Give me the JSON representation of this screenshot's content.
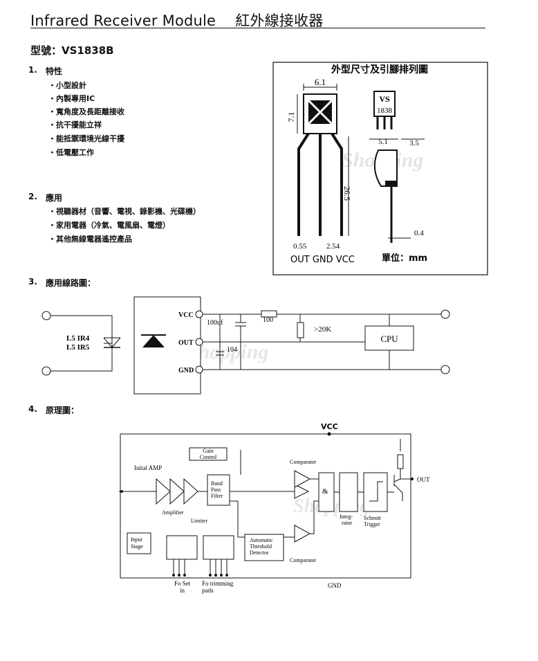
{
  "title": "Infrared Receiver Module　 紅外線接收器",
  "model": "型號：VS1838B",
  "sections": [
    {
      "num": "1.",
      "title": "特性",
      "items": [
        "・小型設計",
        "・內製專用IC",
        "・寬角度及長距離接收",
        "・抗干擾能立祥",
        "・能抵禦環境光線干擾",
        "・低電壓工作"
      ]
    },
    {
      "num": "2.",
      "title": "應用",
      "items": [
        "・視聽器材（音響、電視、錄影機、光碟機）",
        "・家用電器（冷氣、電風扇、電燈）",
        "・其他無線電器遙控產品"
      ]
    },
    {
      "num": "3.",
      "title": "應用線路圖："
    },
    {
      "num": "4.",
      "title": "原理圖："
    }
  ],
  "outline_box": {
    "title": "外型尺寸及引腳排列圖",
    "dim_width": "6.1",
    "dim_height": "7.1",
    "dim_lead": "26.5",
    "dim_pitch": "0.55",
    "dim_span": "2.54",
    "side_label_1": "VS",
    "side_label_2": "1838",
    "dim_side_a": "5.1",
    "dim_side_b": "3.5",
    "dim_thick": "0.4",
    "pins": "OUT GND VCC",
    "unit": "單位：mm"
  },
  "app_circuit": {
    "led_label_1": "L5  IR4",
    "led_label_2": "L5  IR5",
    "pin_vcc": "VCC",
    "pin_out": "OUT",
    "pin_gnd": "GND",
    "cap1": "100uf",
    "resistor": "100",
    "cap2": "104",
    "pullup": ">20K",
    "cpu": "CPU"
  },
  "block_diagram": {
    "vcc": "VCC",
    "gnd": "GND",
    "out": "OUT",
    "gain_1": "Gain",
    "gain_2": "Control",
    "amp": "Inital AMP",
    "amplifier": "Amplifier",
    "limiter": "Limiter",
    "bp_1": "Band",
    "bp_2": "Pass",
    "bp_3": "Filter",
    "comparator_top": "Comparator",
    "comparator_bottom": "Comparator",
    "and": "&",
    "integ_1": "Integ-",
    "integ_2": "rator",
    "schmitt_1": "Schmitt",
    "schmitt_2": "Trigger",
    "input_1": "Input",
    "input_2": "Stage",
    "ath_1": "Automatic",
    "ath_2": "Thteshold",
    "ath_3": "Detector",
    "foset_1": "Fo Set",
    "foset_2": "in",
    "fotrim_1": "Fo trimming",
    "fotrim_2": "pads"
  },
  "watermark": "Shopping"
}
